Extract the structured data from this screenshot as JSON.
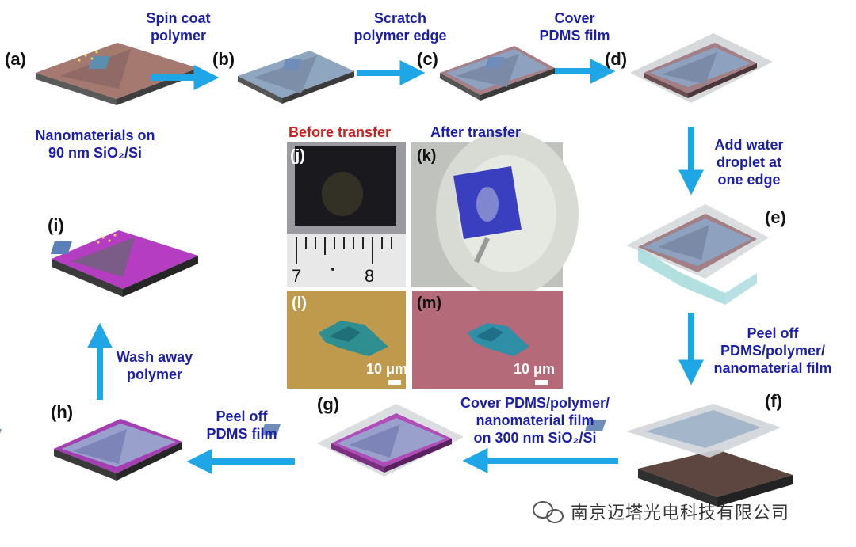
{
  "panels": {
    "a": "(a)",
    "b": "(b)",
    "c": "(c)",
    "d": "(d)",
    "e": "(e)",
    "f": "(f)",
    "g": "(g)",
    "h": "(h)",
    "i": "(i)",
    "j": "(j)",
    "k": "(k)",
    "l": "(l)",
    "m": "(m)"
  },
  "steps": {
    "a_b": [
      "Spin coat",
      "polymer"
    ],
    "b_c": [
      "Scratch",
      "polymer edge"
    ],
    "c_d": [
      "Cover",
      "PDMS film"
    ],
    "d_e": [
      "Add water",
      "droplet at",
      "one edge"
    ],
    "e_f": [
      "Peel off",
      "PDMS/polymer/",
      "nanomaterial film"
    ],
    "f_g": [
      "Cover PDMS/polymer/",
      "nanomaterial film",
      "on 300 nm SiO₂/Si"
    ],
    "g_h": [
      "Peel off",
      "PDMS film"
    ],
    "h_i": [
      "Wash away",
      "polymer"
    ]
  },
  "substrate_caption": [
    "Nanomaterials on",
    "90 nm SiO₂/Si"
  ],
  "photos": {
    "before": "Before transfer",
    "after": "After transfer",
    "ruler_7": "7",
    "ruler_8": "8",
    "scale_l": "10 μm",
    "scale_m": "10 μm"
  },
  "colors": {
    "caption": "#1b1fa8",
    "arrow": "#1fa6e6",
    "before": "#cc1f1f",
    "after": "#1b1fa8"
  },
  "watermark": "南京迈塔光电科技有限公司"
}
